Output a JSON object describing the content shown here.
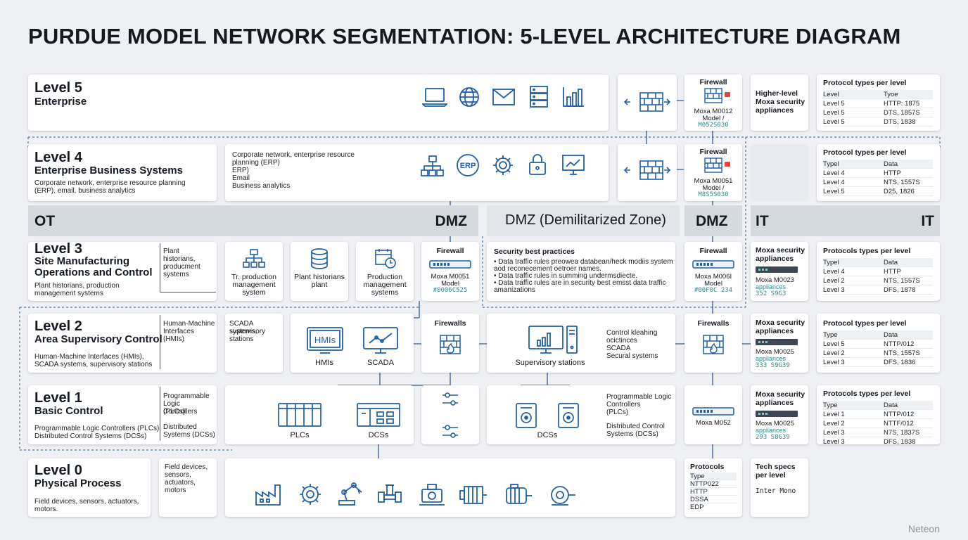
{
  "title": "PURDUE MODEL NETWORK SEGMENTATION: 5-LEVEL ARCHITECTURE DIAGRAM",
  "watermark": "Neteon",
  "colors": {
    "accent": "#1f5fa8",
    "teal": "#2a8a8a",
    "alert": "#e0453a",
    "zone": "#d5dae0"
  },
  "zones": {
    "ot": "OT",
    "dmz_left": "DMZ",
    "dmz_center": "DMZ (Demilitarized Zone)",
    "dmz_right": "DMZ",
    "it_left": "IT",
    "it_right": "IT"
  },
  "levels": {
    "l5": {
      "name": "Level 5",
      "sub": "Enterprise"
    },
    "l4": {
      "name": "Level 4",
      "sub": "Enterprise Business Systems",
      "desc1": "Corporate network, enterprise resource planning",
      "desc2": "(ERP), email, business analytics",
      "note": [
        "Corporate network, enterprise resource",
        "planning (ERP)",
        "ERP)",
        "Email",
        "Business analytics"
      ]
    },
    "l3": {
      "name": "Level 3",
      "sub1": "Site Manufacturing",
      "sub2": "Operations and Control",
      "desc1": "Plant historians, production",
      "desc2": "management systems",
      "note": [
        "Plant",
        "historians,",
        "producment",
        "systems"
      ],
      "cap_mgmt": [
        "Tr. production",
        "management",
        "system"
      ],
      "cap_hist": [
        "Plant historians",
        "plant"
      ],
      "cap_prod": [
        "Production",
        "management",
        "systems"
      ]
    },
    "l2": {
      "name": "Level 2",
      "sub": "Area Supervisory Control",
      "desc1": "Human-Machine Interfaces (HMIs),",
      "desc2": "SCADA systems, supervisory stations",
      "note": [
        "Human-Machine",
        "Interfaces",
        "(HMIs)"
      ],
      "note2": [
        "SCADA systems,",
        "supervisory",
        "stations"
      ],
      "hmi_screen": "HMIs",
      "cap_hmi": "HMIs",
      "cap_scada": "SCADA",
      "cap_super": "Supervisory stations",
      "note3": [
        "Control kleahing",
        "ocictinces",
        "SCADA",
        "Secural systems"
      ]
    },
    "l1": {
      "name": "Level 1",
      "sub": "Basic Control",
      "desc1": "Programmable Logic Controllers (PLCs),",
      "desc2": "Distributed Control Systems (DCSs)",
      "note": [
        "Programmable",
        "Logic Controllers",
        "(PLCs)"
      ],
      "note_b": [
        "Distributed",
        "Systems (DCSs)"
      ],
      "cap_plc": "PLCs",
      "cap_dcs": "DCSs",
      "cap_dcs2": "DCSs",
      "note3": [
        "Programmable Logic",
        "Controllers",
        "(PLCs)"
      ],
      "note3b": [
        "Distributed Control",
        "Systems (DCSs)"
      ]
    },
    "l0": {
      "name": "Level 0",
      "sub": "Physical Process",
      "desc1": "Field devices, sensors, actuators,",
      "desc2": "motors.",
      "note": [
        "Field devices,",
        "sensors,",
        "actuators,",
        "motors"
      ]
    }
  },
  "firewalls": {
    "f5": {
      "title": "Firewall",
      "model": [
        "Moxa M0012",
        "Model /"
      ],
      "code": "M052S030"
    },
    "f4": {
      "title": "Firewall",
      "model": [
        "Moxa M0051",
        "Model /"
      ],
      "code": "M8S5S030"
    },
    "f3a": {
      "title": "Firewall",
      "model": [
        "Moxa M0051",
        "Model"
      ],
      "code": "#0006C525"
    },
    "f3b": {
      "title": "Firewall",
      "model": [
        "Moxa M006I",
        "Model"
      ],
      "code": "#00F0C 234"
    },
    "f2a": {
      "title": "Firewalls"
    },
    "f2b": {
      "title": "Firewalls"
    },
    "f1": {
      "model": "Moxa M052"
    }
  },
  "security": {
    "s5": [
      "Higher-level",
      "Moxa security",
      "appliances"
    ],
    "s3": {
      "title": [
        "Moxa security",
        "appliances"
      ],
      "model": "Moxa M0023",
      "label": "appliances",
      "code": "352 S9G3"
    },
    "s2": {
      "title": [
        "Moxa security",
        "appliances"
      ],
      "model": "Moxa M0025",
      "label": "appliances",
      "code": "333 S9G39"
    },
    "s1": {
      "title": [
        "Moxa security",
        "appliances"
      ],
      "model": "Moxa M0025",
      "label": "appliances",
      "code": "293 S8G39"
    }
  },
  "dmz_panel": {
    "title": "Security best practices",
    "lines": [
      "• Data traffic rules preowea databean/heck modiis system",
      "  aod reconecement oetroer names.",
      "• Data traffic rules in summing undermsdiecte.",
      "• Data traffic rules are in security best emsst data traffic",
      "  amanizations"
    ]
  },
  "protocol_tables": [
    {
      "title": "Protocol types per level",
      "header": [
        "Level",
        "Tyoe"
      ],
      "rows": [
        [
          "Level 5",
          "HTTP: 1875"
        ],
        [
          "Level 5",
          "DTS, 1857S"
        ],
        [
          "Level 5",
          "DTS, 1838"
        ]
      ]
    },
    {
      "title": "Protocol types per level",
      "header": [
        "Typel",
        "Data"
      ],
      "rows": [
        [
          "Level 4",
          "HTTP"
        ],
        [
          "Level 4",
          "NTS, 1557S"
        ],
        [
          "Level 5",
          "D25, 1826"
        ]
      ]
    },
    {
      "title": "Protocols types per level",
      "header": [
        "Typel",
        "Data"
      ],
      "rows": [
        [
          "Level 4",
          "HTTP"
        ],
        [
          "Level 2",
          "NTS, 1557S"
        ],
        [
          "Level 3",
          "DFS, 1878"
        ]
      ]
    },
    {
      "title": "Protocol types per level",
      "header": [
        "Type",
        "Data"
      ],
      "rows": [
        [
          "Level 5",
          "NTTP/012"
        ],
        [
          "Level 2",
          "NTS, 1557S"
        ],
        [
          "Level 3",
          "DFS, 1836"
        ]
      ]
    },
    {
      "title": "Protocols types per level",
      "header": [
        "Type",
        "Data"
      ],
      "rows": [
        [
          "Level 1",
          "NTTP/012"
        ],
        [
          "Level 2",
          "NTTF/012"
        ],
        [
          "Level 3",
          "N7S, 1837S"
        ],
        [
          "Level 3",
          "DFS, 1838"
        ]
      ]
    }
  ],
  "level0_protocols": {
    "title": "Protocols",
    "rows": [
      "Type",
      "NTTP022",
      "HTTP",
      "DSSA",
      "EDP"
    ]
  },
  "tech_specs": {
    "title": [
      "Tech specs",
      "per level"
    ],
    "value": "Inter Mono"
  },
  "icons": {
    "l5": [
      "laptop-icon",
      "globe-icon",
      "mail-icon",
      "server-icon",
      "bar-chart-icon"
    ],
    "l4": [
      "org-chart-icon",
      "erp-icon",
      "gear-icon",
      "lock-icon",
      "monitor-chart-icon"
    ],
    "l4_erp_label": "ERP",
    "l0": [
      "factory-icon",
      "gear-icon",
      "robot-arm-icon",
      "valve-icon",
      "pump-icon",
      "motor-icon",
      "motor-icon",
      "motor-icon"
    ]
  }
}
